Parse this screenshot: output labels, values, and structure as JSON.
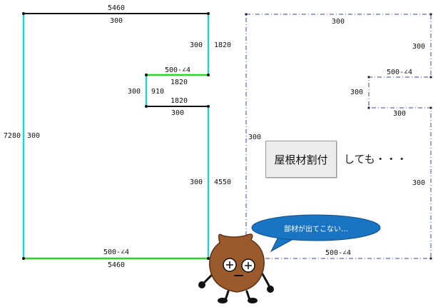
{
  "left_plan": {
    "top_length": "5460",
    "top_overhang": "300",
    "right_upper_overhang": "300",
    "right_upper_length": "1820",
    "step_upper_eave": "500-∠4",
    "step_upper_length": "1820",
    "step_mid_overhang": "300",
    "step_mid_length": "910",
    "step_lower_length": "1820",
    "step_lower_overhang": "300",
    "left_length": "7280",
    "left_overhang": "300",
    "right_lower_overhang": "300",
    "right_lower_length": "4550",
    "bottom_eave": "500-∠4",
    "bottom_length": "5460"
  },
  "right_plan": {
    "top_overhang": "300",
    "right_upper_overhang": "300",
    "step_eave": "500-∠4",
    "step_overhang": "300",
    "step_lower_overhang": "300",
    "left_overhang": "300",
    "right_lower_overhang": "300",
    "bottom_eave": "500-∠4"
  },
  "action": {
    "button_label": "屋根材割付",
    "after_text": "しても・・・"
  },
  "speech_bubble": {
    "text": "部材が出てこない…"
  },
  "colors": {
    "eave_line": "#33cc33",
    "gable_line": "#33cccc",
    "plain_line": "#111111",
    "dashed_outline": "#3344aa",
    "bubble": "#1a74c4",
    "character_body": "#9b5a2c"
  }
}
